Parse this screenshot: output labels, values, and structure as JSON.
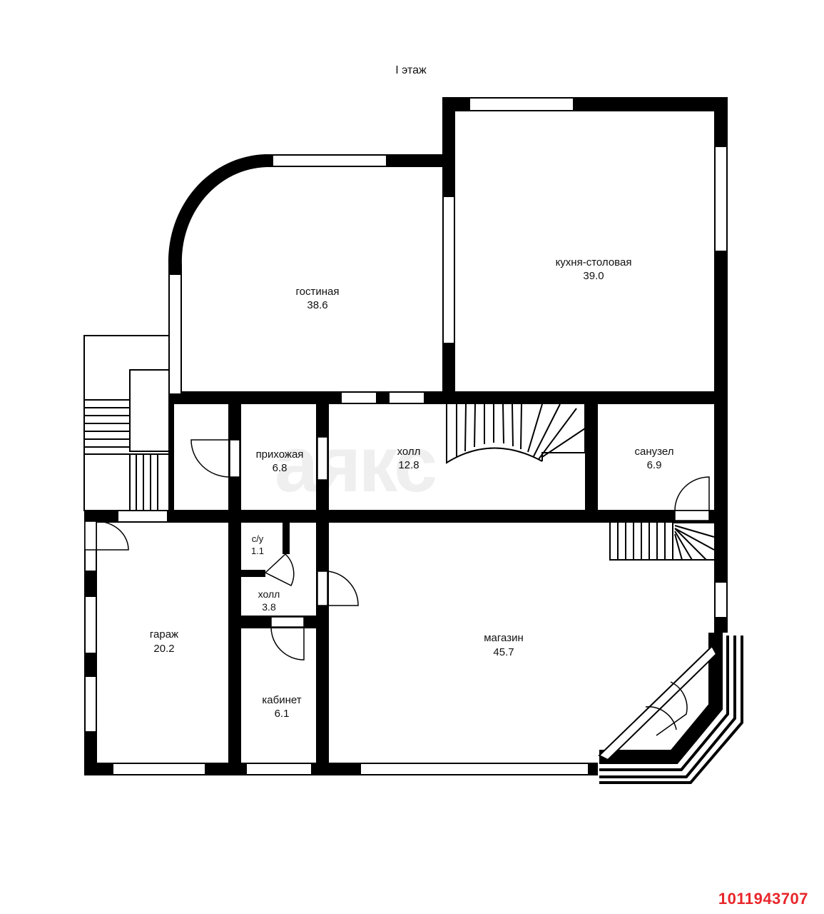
{
  "floor_title": "I этаж",
  "watermark": "аякс",
  "listing_id": "1011943707",
  "colors": {
    "wall": "#000000",
    "accent": "#e8262b"
  },
  "rooms": [
    {
      "id": "gostinaya",
      "name": "гостиная",
      "area": "38.6"
    },
    {
      "id": "kuhnya",
      "name": "кухня-столовая",
      "area": "39.0"
    },
    {
      "id": "prihozhaya",
      "name": "прихожая",
      "area": "6.8"
    },
    {
      "id": "holl1",
      "name": "холл",
      "area": "12.8"
    },
    {
      "id": "sanuzel",
      "name": "санузел",
      "area": "6.9"
    },
    {
      "id": "su",
      "name": "с/у",
      "area": "1.1"
    },
    {
      "id": "holl2",
      "name": "холл",
      "area": "3.8"
    },
    {
      "id": "garazh",
      "name": "гараж",
      "area": "20.2"
    },
    {
      "id": "kabinet",
      "name": "кабинет",
      "area": "6.1"
    },
    {
      "id": "magazin",
      "name": "магазин",
      "area": "45.7"
    }
  ]
}
